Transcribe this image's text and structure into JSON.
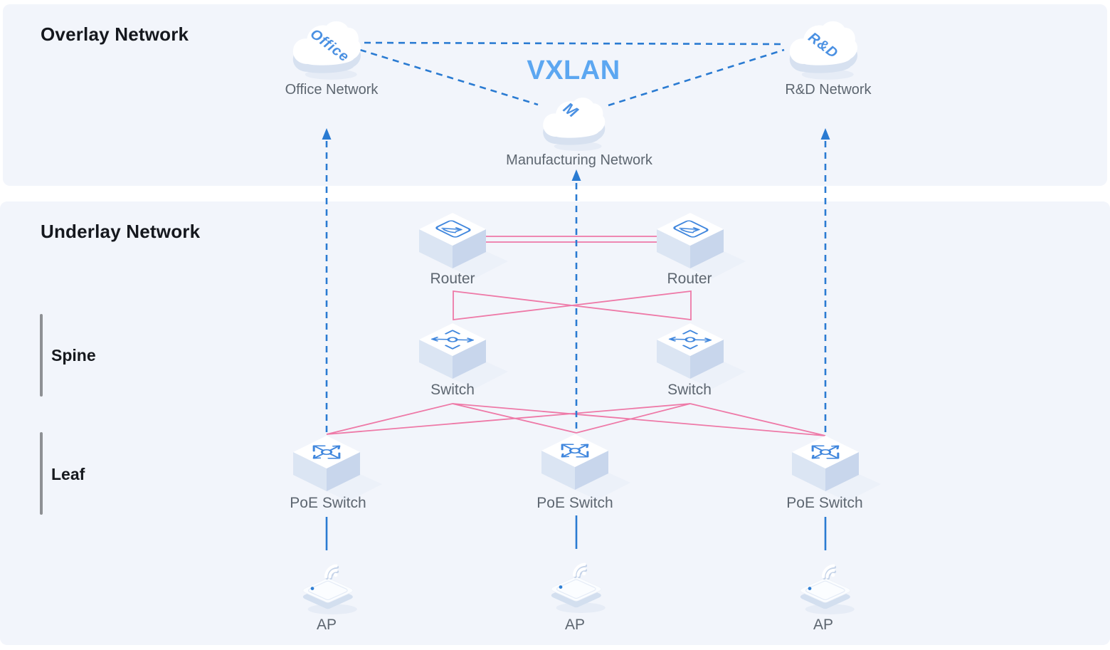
{
  "overlay": {
    "title": "Overlay Network",
    "vxlan_label": "VXLAN",
    "clouds": [
      {
        "badge": "Office",
        "label": "Office Network"
      },
      {
        "badge": "M",
        "label": "Manufacturing Network"
      },
      {
        "badge": "R&D",
        "label": "R&D Network"
      }
    ]
  },
  "underlay": {
    "title": "Underlay Network",
    "tiers": [
      {
        "label": "Spine"
      },
      {
        "label": "Leaf"
      }
    ],
    "routers": [
      {
        "label": "Router"
      },
      {
        "label": "Router"
      }
    ],
    "spine_switches": [
      {
        "label": "Switch"
      },
      {
        "label": "Switch"
      }
    ],
    "leaf_switches": [
      {
        "label": "PoE Switch"
      },
      {
        "label": "PoE Switch"
      },
      {
        "label": "PoE Switch"
      }
    ],
    "access_points": [
      {
        "label": "AP"
      },
      {
        "label": "AP"
      },
      {
        "label": "AP"
      }
    ]
  },
  "colors": {
    "panel_bg": "#f2f5fb",
    "dashed_blue": "#2a7bd2",
    "vxlan_blue": "#5ca7f1",
    "badge_blue": "#4a90e2",
    "link_pink": "#ee79a7",
    "label_gray": "#5d6670",
    "bracket_gray": "#8e9094"
  }
}
